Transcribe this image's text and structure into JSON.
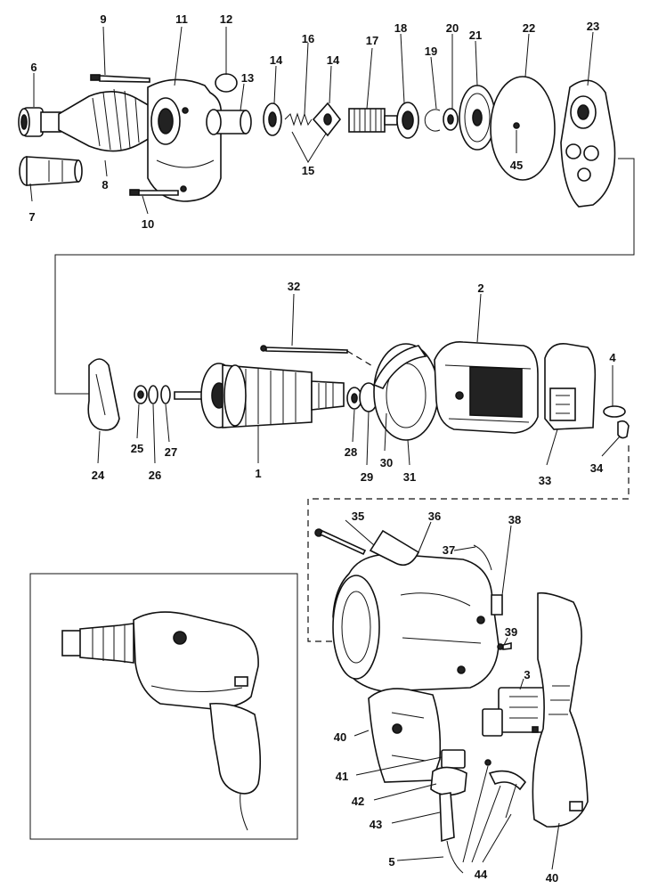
{
  "labels": {
    "l1": "1",
    "l2": "2",
    "l3": "3",
    "l4": "4",
    "l5": "5",
    "l6": "6",
    "l7": "7",
    "l8": "8",
    "l9": "9",
    "l10": "10",
    "l11": "11",
    "l12": "12",
    "l13": "13",
    "l14a": "14",
    "l14b": "14",
    "l15": "15",
    "l16": "16",
    "l17": "17",
    "l18": "18",
    "l19": "19",
    "l20": "20",
    "l21": "21",
    "l22": "22",
    "l23": "23",
    "l24": "24",
    "l25": "25",
    "l26": "26",
    "l27": "27",
    "l28": "28",
    "l29": "29",
    "l30": "30",
    "l31": "31",
    "l32": "32",
    "l33": "33",
    "l34": "34",
    "l35": "35",
    "l36": "36",
    "l37": "37",
    "l38": "38",
    "l39": "39",
    "l40a": "40",
    "l40b": "40",
    "l41": "41",
    "l42": "42",
    "l43": "43",
    "l44": "44",
    "l45": "45"
  }
}
